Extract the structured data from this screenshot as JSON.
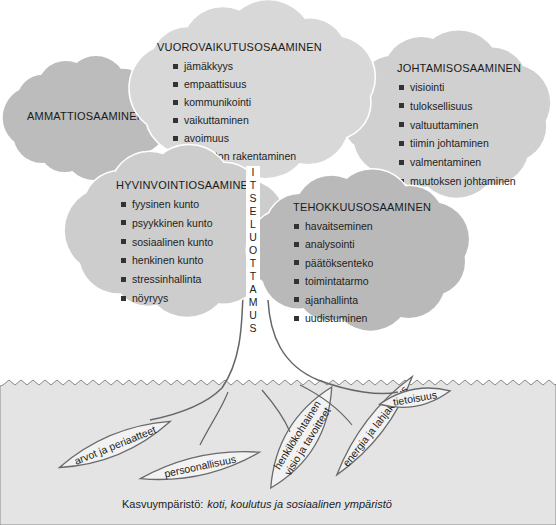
{
  "diagram": {
    "nodes": [
      {
        "text": [
          "AMMATTIOSAAMINEN"
        ]
      },
      {
        "text": [
          "VUOROVAIKUTUSOSAAMINEN",
          "jämäkkyys",
          "empaattisuus",
          "kommunikointi",
          "vaikuttaminen",
          "avoimuus",
          "verkoston rakentaminen"
        ]
      },
      {
        "text": [
          "JOHTAMISOSAAMINEN",
          "visiointi",
          "tuloksellisuus",
          "valtuuttaminen",
          "tiimin johtaminen",
          "valmentaminen",
          "muutoksen johtaminen"
        ]
      },
      {
        "text": [
          "HYVINVOINTIOSAAMINEN",
          "fyysinen kunto",
          "psyykkinen kunto",
          "sosiaalinen kunto",
          "henkinen kunto",
          "stressinhallinta",
          "nöyryys"
        ]
      },
      {
        "text": [
          "TEHOKKUUSOSAAMINEN",
          "havaitseminen",
          "analysointi",
          "päätöksenteko",
          "toimintatarmo",
          "ajanhallinta",
          "uudistuminen"
        ]
      },
      {
        "text": [
          "Kasvuympäristö:",
          "koti, koulutus ja sosiaalinen ympäristö"
        ]
      },
      {
        "text": [
          "arvot ja periaatteet"
        ],
        "in": 5
      },
      {
        "text": [
          "persoonallisuus"
        ],
        "in": 5
      },
      {
        "text": [
          "henkilökohtainen visio ja tavoitteet"
        ],
        "in": 5
      },
      {
        "text": [
          "energia ja lahjakkuus"
        ],
        "in": 5
      },
      {
        "text": [
          "tietoisuus"
        ],
        "in": 5
      }
    ],
    "labels": [
      "ITSELUOTTAMUS"
    ]
  }
}
